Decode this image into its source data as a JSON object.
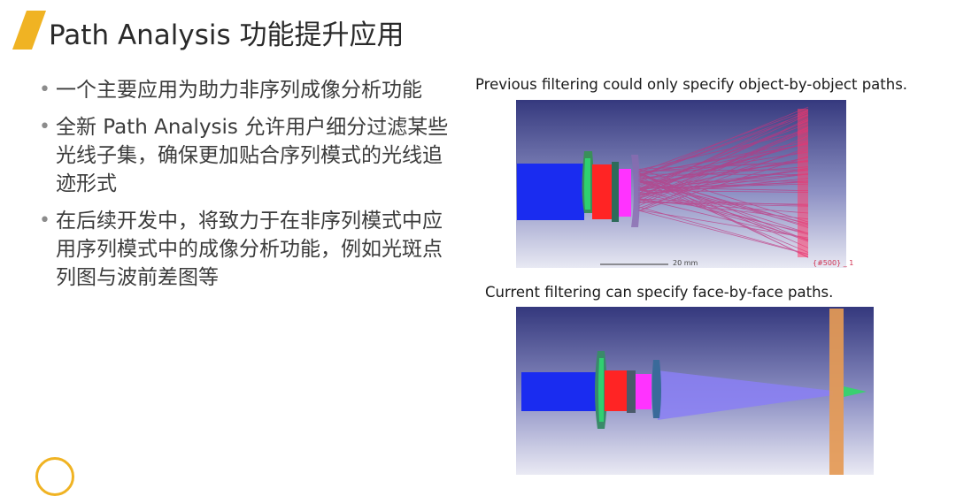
{
  "slide": {
    "title": "Path Analysis 功能提升应用",
    "accent_color": "#f0b323"
  },
  "bullets": [
    "一个主要应用为助力非序列成像分析功能",
    "全新 Path Analysis 允许用户细分过滤某些光线子集，确保更加贴合序列模式的光线追迹形式",
    "在后续开发中，将致力于在非序列模式中应用序列模式中的成像分析功能，例如光斑点列图与波前差图等"
  ],
  "figures": {
    "top": {
      "caption": "Previous filtering could only specify object-by-object paths.",
      "scale_label": "20 mm",
      "corner_tag": "{#500} _ 1"
    },
    "bottom": {
      "caption": "Current filtering can specify face-by-face paths."
    }
  }
}
